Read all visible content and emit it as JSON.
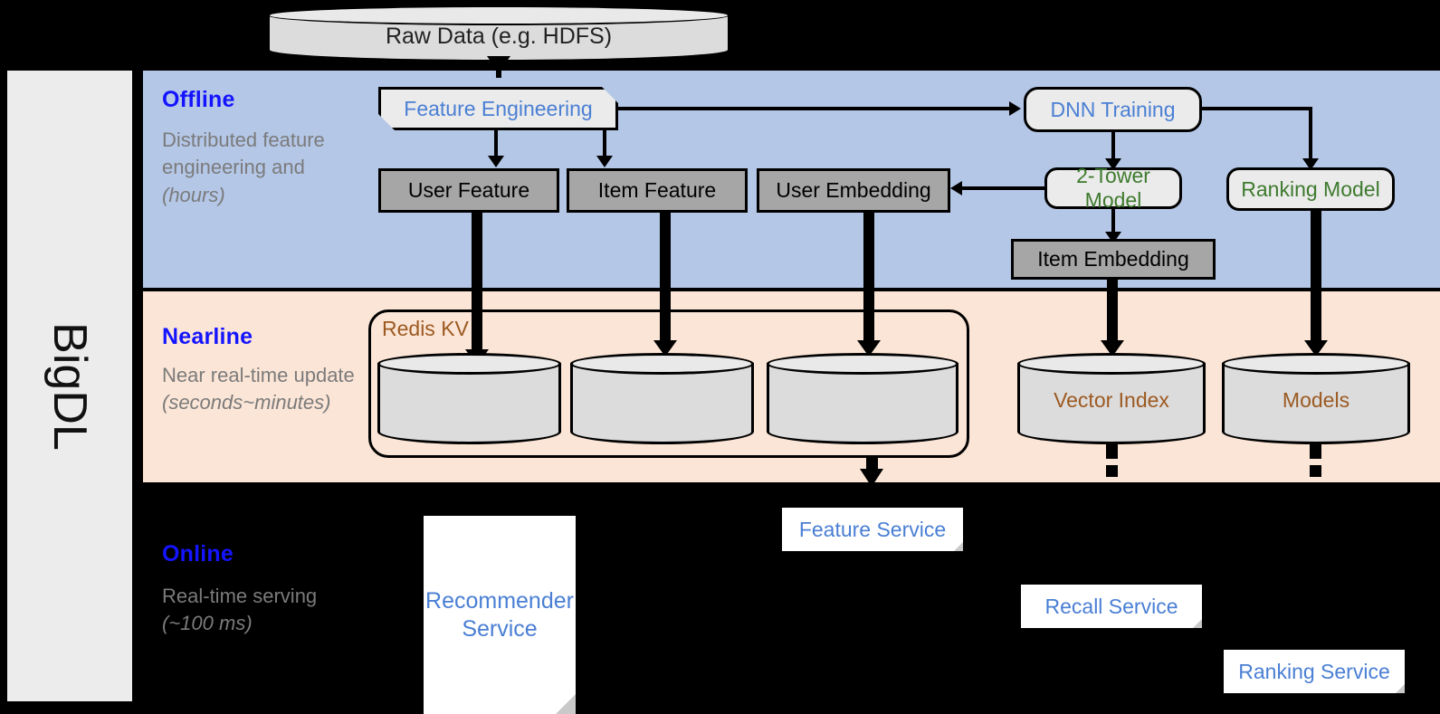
{
  "sidebar": {
    "label": "BigDL"
  },
  "top": {
    "raw_data": "Raw Data (e.g. HDFS)"
  },
  "bands": [
    {
      "id": "offline",
      "title": "Offline",
      "description": "Distributed feature engineering and ",
      "description_em": "(hours)",
      "bg": "#b4c7e7"
    },
    {
      "id": "nearline",
      "title": "Nearline",
      "description": "Near real-time update ",
      "description_em": "(seconds~minutes)",
      "bg": "#fbe5d6"
    },
    {
      "id": "online",
      "title": "Online",
      "description": "Real-time serving ",
      "description_em": "(~100 ms)",
      "bg": "#000000"
    }
  ],
  "offline": {
    "feature_engineering": "Feature Engineering",
    "dnn_training": "DNN Training",
    "user_feature": "User Feature",
    "item_feature": "Item Feature",
    "user_embedding": "User Embedding",
    "two_tower_model": "2-Tower Model",
    "ranking_model": "Ranking Model",
    "item_embedding": "Item Embedding"
  },
  "nearline": {
    "redis_kv": "Redis KV",
    "store_1": "",
    "store_2": "",
    "store_3": "",
    "vector_index": "Vector Index",
    "models": "Models"
  },
  "online": {
    "recommender_service": "Recommender Service",
    "feature_service": "Feature Service",
    "recall_service": "Recall Service",
    "ranking_service": "Ranking Service"
  },
  "colors": {
    "offline_bg": "#b4c7e7",
    "nearline_bg": "#fbe5d6",
    "online_bg": "#000000",
    "band_title": "#1414ff",
    "band_desc": "#7b7b7b",
    "blue_text": "#4a7fd4",
    "green_text": "#3e7a2e",
    "brown_text": "#9c5a22",
    "gray_box": "#a6a6a6",
    "light_box": "#ebebeb",
    "sidebar_bg": "#ececec"
  }
}
